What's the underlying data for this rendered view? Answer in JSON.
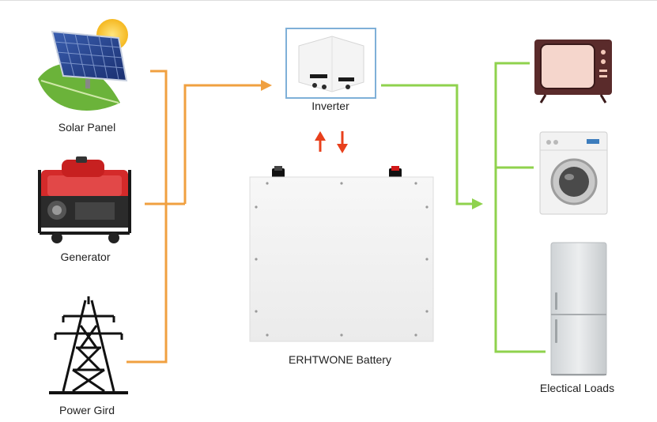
{
  "sources": [
    {
      "id": "solar",
      "label": "Solar Panel",
      "icon": "solar-panel-icon"
    },
    {
      "id": "generator",
      "label": "Generator",
      "icon": "generator-icon"
    },
    {
      "id": "grid",
      "label": "Power Gird",
      "icon": "power-tower-icon"
    }
  ],
  "inverter": {
    "label": "Inverter",
    "icon": "inverter-icon"
  },
  "battery": {
    "label": "ERHTWONE Battery",
    "icon": "battery-icon"
  },
  "loads": {
    "label": "Electical Loads",
    "items": [
      {
        "id": "tv",
        "icon": "television-icon"
      },
      {
        "id": "washer",
        "icon": "washing-machine-icon"
      },
      {
        "id": "fridge",
        "icon": "refrigerator-icon"
      }
    ]
  },
  "colors": {
    "input_line": "#f0a040",
    "output_line": "#8fd24d",
    "arrow_red": "#e8401c",
    "inverter_frame": "#7fb0d8"
  }
}
